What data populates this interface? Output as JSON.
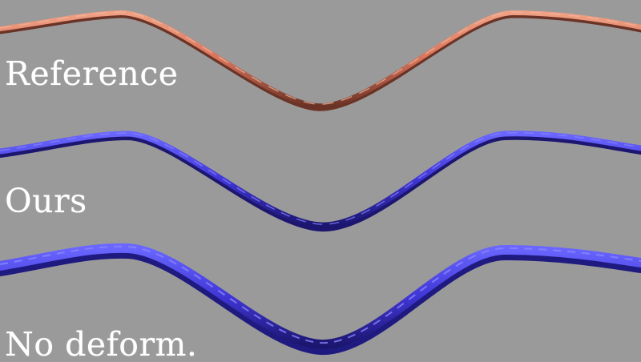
{
  "rows": [
    {
      "label": "Reference",
      "color": "#e0846a",
      "shadow": "#7a3a2a"
    },
    {
      "label": "Ours",
      "color": "#4d44e0",
      "shadow": "#1f1a7a"
    },
    {
      "label": "No deform.",
      "color": "#4b46e6",
      "shadow": "#1e1a80"
    }
  ],
  "background": "#9a9a9a"
}
